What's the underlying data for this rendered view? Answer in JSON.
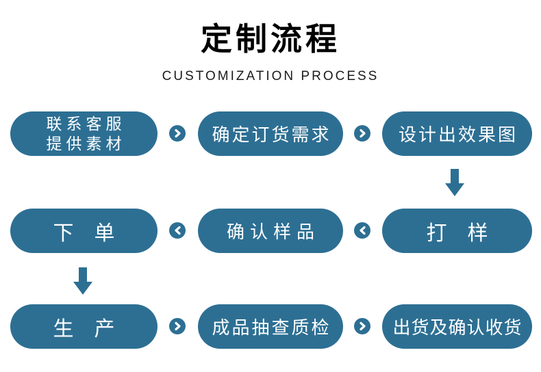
{
  "header": {
    "title": "定制流程",
    "subtitle": "CUSTOMIZATION PROCESS"
  },
  "colors": {
    "accent": "#2d6f93",
    "pill_text": "#ffffff",
    "title_text": "#000000",
    "subtitle_text": "#1a1a1a",
    "background": "#ffffff"
  },
  "flow": {
    "steps": {
      "contact_support": {
        "line1": "联系客服",
        "line2": "提供素材"
      },
      "confirm_order": {
        "label": "确定订货需求"
      },
      "design_render": {
        "label": "设计出效果图"
      },
      "place_order": {
        "label": "下　单"
      },
      "confirm_sample": {
        "label": "确认样品"
      },
      "sampling": {
        "label": "打　样"
      },
      "production": {
        "label": "生　产"
      },
      "spot_check": {
        "label": "成品抽查质检"
      },
      "ship_confirm": {
        "label": "出货及确认收货"
      }
    },
    "connector_icons": {
      "row1": "chevron-right",
      "row2": "chevron-left",
      "row3": "chevron-right",
      "col3_row1_to_row2": "arrow-down",
      "col1_row2_to_row3": "arrow-down"
    }
  }
}
